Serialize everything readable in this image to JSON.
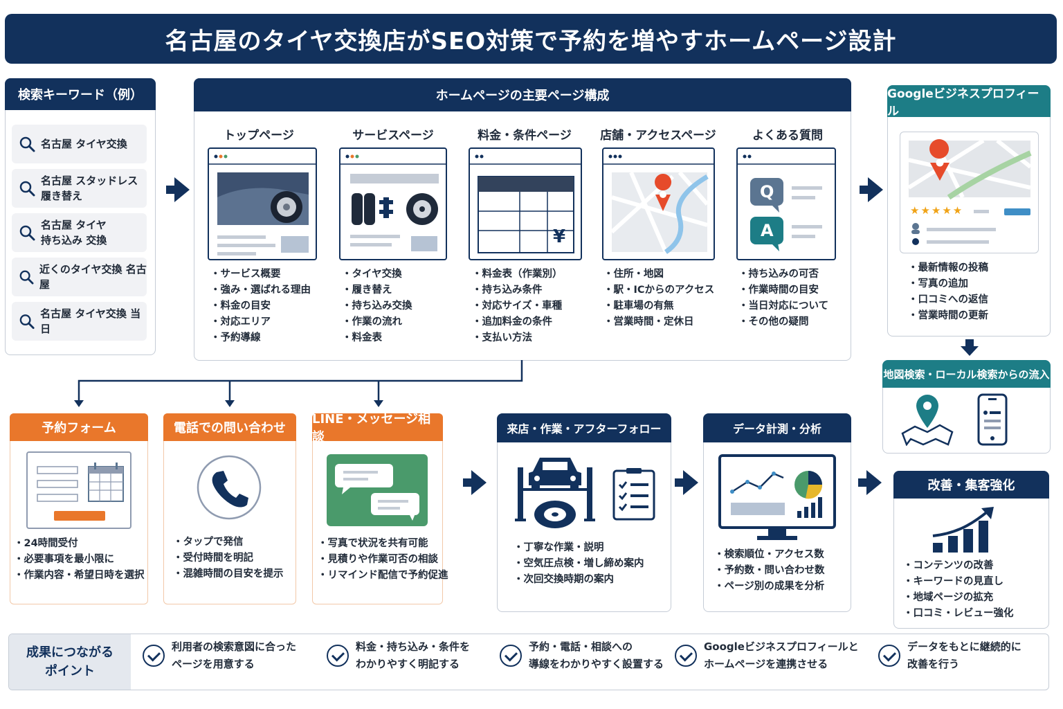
{
  "title": "名古屋のタイヤ交換店がSEO対策で予約を増やすホームページ設計",
  "keywords": {
    "header": "検索キーワード（例）",
    "items": [
      "名古屋 タイヤ交換",
      "名古屋 スタッドレス\n履き替え",
      "名古屋 タイヤ\n持ち込み 交換",
      "近くのタイヤ交換 名古屋",
      "名古屋 タイヤ交換 当日"
    ]
  },
  "structure": {
    "header": "ホームページの主要ページ構成",
    "pages": [
      {
        "title": "トップページ",
        "items": [
          "サービス概要",
          "強み・選ばれる理由",
          "料金の目安",
          "対応エリア",
          "予約導線"
        ]
      },
      {
        "title": "サービスページ",
        "items": [
          "タイヤ交換",
          "履き替え",
          "持ち込み交換",
          "作業の流れ",
          "料金表"
        ]
      },
      {
        "title": "料金・条件ページ",
        "items": [
          "料金表（作業別）",
          "持ち込み条件",
          "対応サイズ・車種",
          "追加料金の条件",
          "支払い方法"
        ]
      },
      {
        "title": "店舗・アクセスページ",
        "items": [
          "住所・地図",
          "駅・ICからのアクセス",
          "駐車場の有無",
          "営業時間・定休日"
        ]
      },
      {
        "title": "よくある質問",
        "items": [
          "持ち込みの可否",
          "作業時間の目安",
          "当日対応について",
          "その他の疑問"
        ]
      }
    ],
    "yen": "¥",
    "q": "Q",
    "a": "A"
  },
  "gbp": {
    "header": "Googleビジネスプロフィール",
    "stars": "★★★★★",
    "items": [
      "最新情報の投稿",
      "写真の追加",
      "口コミへの返信",
      "営業時間の更新"
    ]
  },
  "local": {
    "header": "地図検索・ローカル検索からの流入"
  },
  "contact": [
    {
      "header": "予約フォーム",
      "items": [
        "24時間受付",
        "必要事項を最小限に",
        "作業内容・希望日時を選択"
      ]
    },
    {
      "header": "電話での問い合わせ",
      "items": [
        "タップで発信",
        "受付時間を明記",
        "混雑時間の目安を提示"
      ]
    },
    {
      "header": "LINE・メッセージ相談",
      "items": [
        "写真で状況を共有可能",
        "見積りや作業可否の相談",
        "リマインド配信で予約促進"
      ]
    }
  ],
  "visit": {
    "header": "来店・作業・アフターフォロー",
    "items": [
      "丁寧な作業・説明",
      "空気圧点検・増し締め案内",
      "次回交換時期の案内"
    ]
  },
  "analytics": {
    "header": "データ計測・分析",
    "items": [
      "検索順位・アクセス数",
      "予約数・問い合わせ数",
      "ページ別の成果を分析"
    ]
  },
  "improve": {
    "header": "改善・集客強化",
    "items": [
      "コンテンツの改善",
      "キーワードの見直し",
      "地域ページの拡充",
      "口コミ・レビュー強化"
    ]
  },
  "points": {
    "label": "成果につながる\nポイント",
    "items": [
      "利用者の検索意図に合った\nページを用意する",
      "料金・持ち込み・条件を\nわかりやすく明記する",
      "予約・電話・相談への\n導線をわかりやすく設置する",
      "Googleビジネスプロフィールと\nホームページを連携させる",
      "データをもとに継続的に\n改善を行う"
    ]
  },
  "colors": {
    "navy": "#12315c",
    "teal": "#1d7d86",
    "orange": "#e9772b",
    "green": "#4a9a6b"
  }
}
